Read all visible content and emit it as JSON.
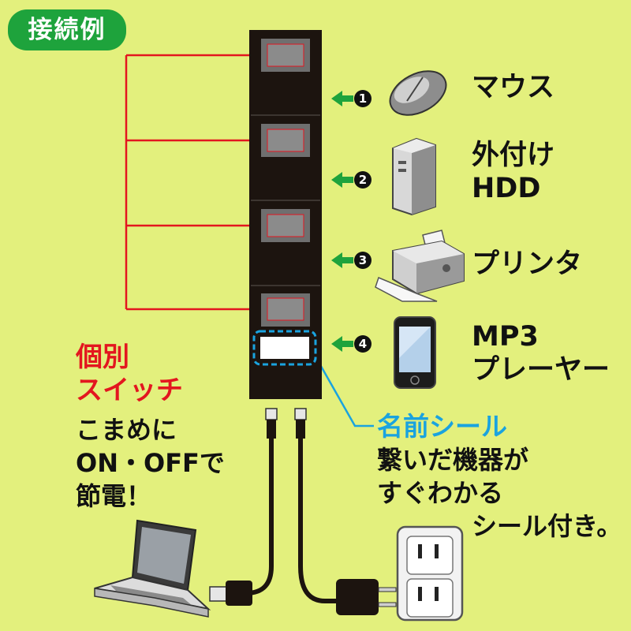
{
  "badge": {
    "title": "接続例"
  },
  "devices": [
    {
      "number": "1",
      "label": "マウス",
      "icon": "mouse-icon"
    },
    {
      "number": "2",
      "label_lines": [
        "外付け",
        "HDD"
      ],
      "icon": "hdd-icon"
    },
    {
      "number": "3",
      "label": "プリンタ",
      "icon": "printer-icon"
    },
    {
      "number": "4",
      "label_lines": [
        "MP3",
        "プレーヤー"
      ],
      "icon": "mp3-player-icon"
    }
  ],
  "switch_callout": {
    "title_lines": [
      "個別",
      "スイッチ"
    ],
    "desc_lines": [
      "こまめに",
      "ON・OFFで",
      "節電！"
    ]
  },
  "name_seal_callout": {
    "title": "名前シール",
    "desc_lines": [
      "繋いだ機器が",
      "すぐわかる",
      "シール付き。"
    ]
  },
  "colors": {
    "background": "#e3f07d",
    "badge": "#1ea33c",
    "switch_lines": "#e3161f",
    "seal_callout": "#1aa3df",
    "arrow": "#1ea33c",
    "hub": "#1c140f"
  },
  "other_icons": [
    "laptop-icon",
    "wall-outlet-icon",
    "ac-plug-icon",
    "usb-cable-icon"
  ]
}
